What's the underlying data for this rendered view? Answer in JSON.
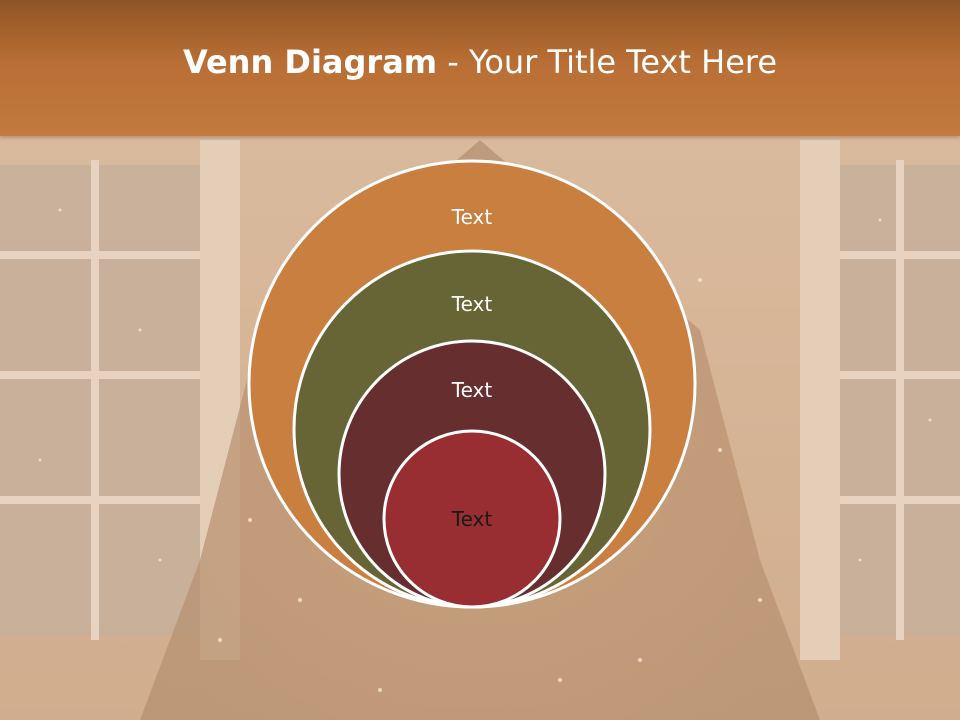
{
  "title": {
    "bold": "Venn Diagram",
    "rest": " - Your Title Text Here"
  },
  "rings": [
    {
      "label": "Text",
      "fill": "#c87f40",
      "text_color": "#ffffff"
    },
    {
      "label": "Text",
      "fill": "#676435",
      "text_color": "#ffffff"
    },
    {
      "label": "Text",
      "fill": "#662e2f",
      "text_color": "#ffffff"
    },
    {
      "label": "Text",
      "fill": "#982e31",
      "text_color": "#1a1a1a"
    }
  ],
  "colors": {
    "title_bar": "#b86e34",
    "outline": "#ffffff"
  }
}
